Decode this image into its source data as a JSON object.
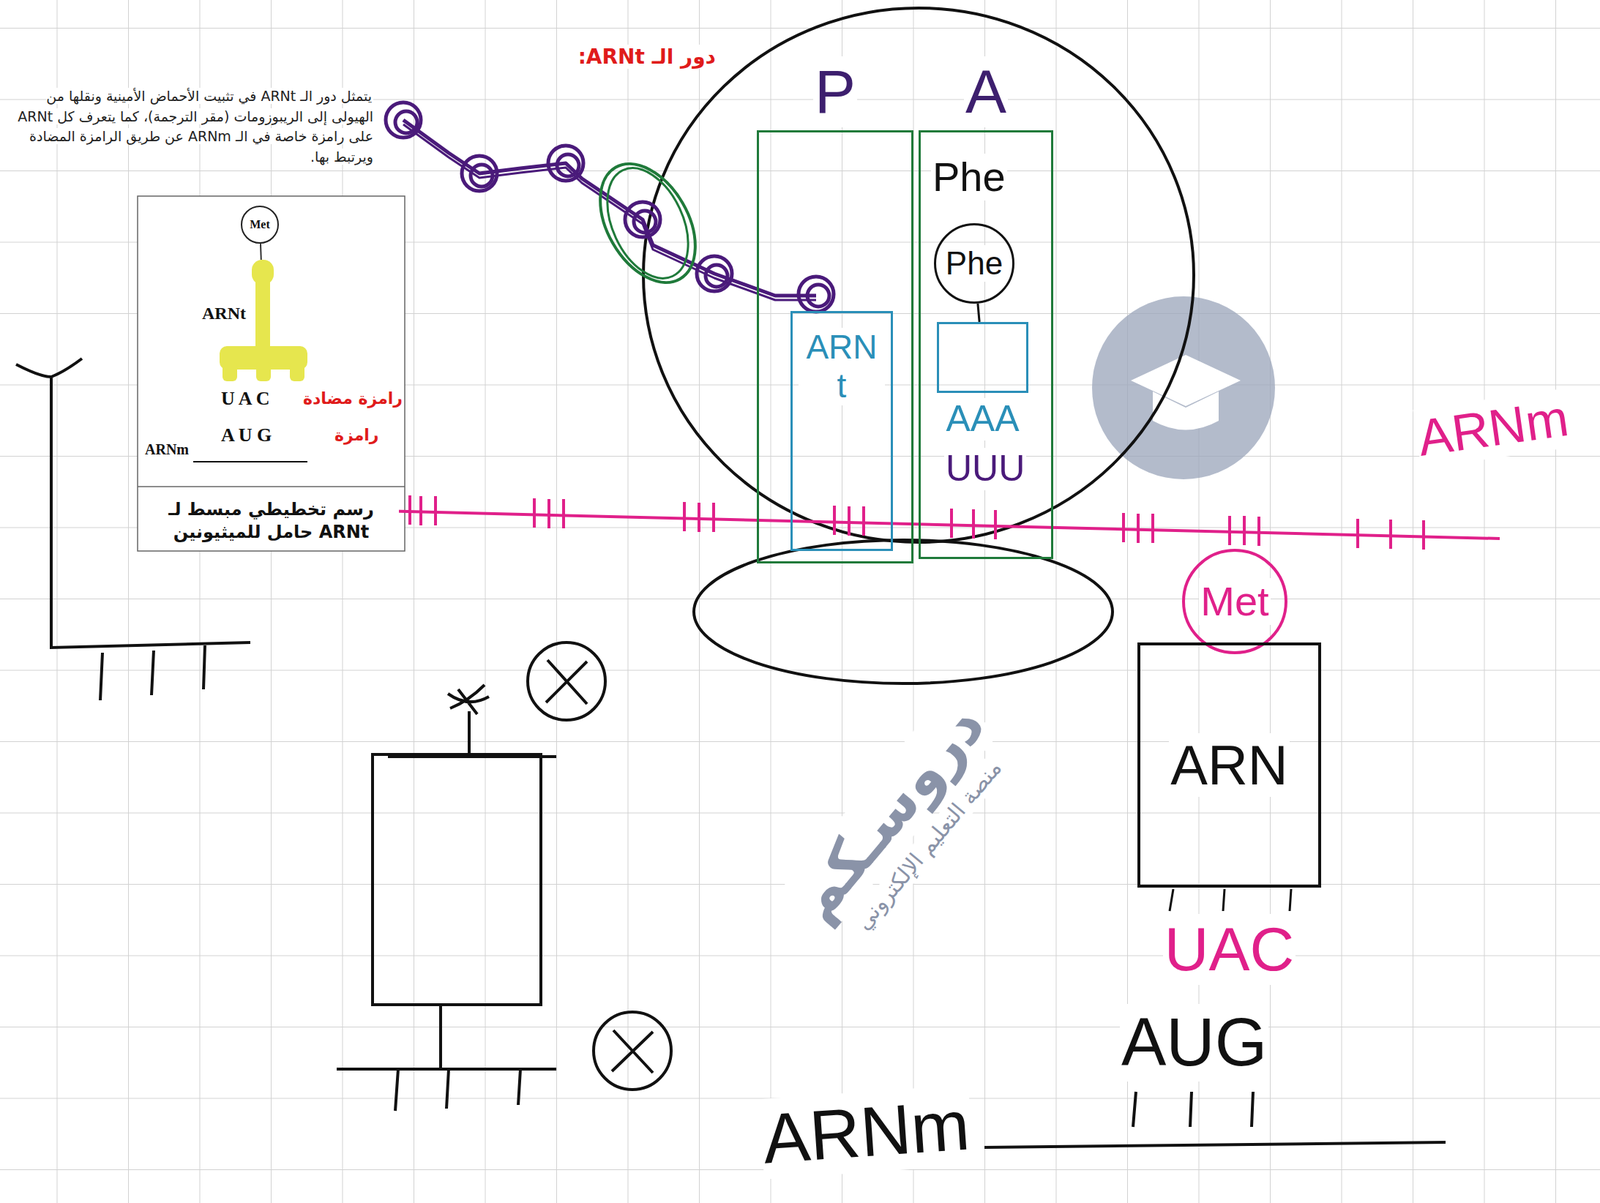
{
  "diagram": {
    "title": "دور الـ ARNt:",
    "nodes": [
      {
        "text": [
          "رسم تخطيطي مبسط لـ ARNt حامل للميثيونين"
        ]
      },
      {
        "text": [
          "Met"
        ],
        "in": 0
      },
      {
        "text": [
          "ARNt"
        ],
        "in": 0
      },
      {
        "text": [
          "P"
        ]
      },
      {
        "text": [
          "ARN t"
        ],
        "in": 3
      },
      {
        "text": [
          "A"
        ]
      },
      {
        "text": [
          "Phe"
        ],
        "in": 5
      },
      {
        "text": [
          "AAA"
        ],
        "in": 5
      },
      {
        "text": [
          "Met"
        ]
      },
      {
        "text": [
          "ARN",
          "UAC"
        ]
      }
    ],
    "edges": [
      {
        "from": 1,
        "to": 2,
        "arrow": "none"
      },
      {
        "from": 6,
        "to": 7,
        "arrow": "none"
      }
    ],
    "labels": [
      "يتمثل دور الـ ARNt في تثبيت الأحماض الأمينية ونقلها من الهيولى إلى الريبوزومات (مقر الترجمة)، كما يتعرف كل ARNt على رامزة خاصة في الـ ARNm عن طريق الرامزة المضادة ويرتبط بها.",
      "U A C",
      "رامزة مضادة",
      "A U G",
      "رامزة",
      "ARNm",
      "Phe",
      "UUU",
      "ARNm",
      "AUG",
      "ARNm",
      "دروسـكم",
      "منصة التعليم الإلكتروني"
    ]
  }
}
